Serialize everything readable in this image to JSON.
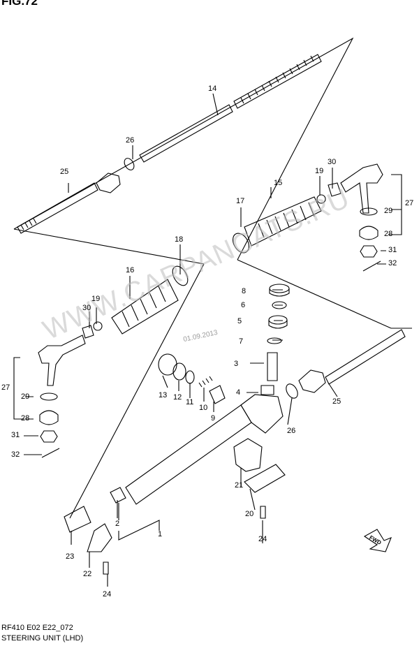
{
  "header": {
    "fig_title": "FIG.72"
  },
  "watermark": "WWW.CARPANCATS.RU",
  "date_stamp": "01.09.2013",
  "fwd_label": "FWD",
  "footer": {
    "line1": "RF410 E02 E22_072",
    "line2": "STEERING UNIT (LHD)"
  },
  "callouts": [
    "1",
    "2",
    "3",
    "4",
    "5",
    "6",
    "7",
    "8",
    "9",
    "10",
    "11",
    "12",
    "13",
    "14",
    "15",
    "16",
    "17",
    "18",
    "19",
    "19",
    "20",
    "21",
    "22",
    "23",
    "24",
    "24",
    "25",
    "25",
    "26",
    "26",
    "27",
    "27",
    "28",
    "28",
    "29",
    "29",
    "30",
    "30",
    "31",
    "31",
    "32",
    "32"
  ]
}
